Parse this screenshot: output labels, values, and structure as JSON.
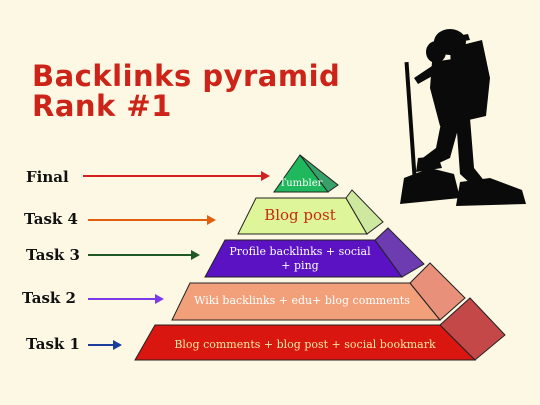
{
  "title": {
    "line1": "Backlinks pyramid",
    "line2": "Rank #1"
  },
  "tasks": [
    {
      "label": "Final"
    },
    {
      "label": "Task 4"
    },
    {
      "label": "Task 3"
    },
    {
      "label": "Task 2"
    },
    {
      "label": "Task 1"
    }
  ],
  "pyramid": {
    "top": "Tumbler",
    "level4": "Blog post",
    "level3": "Profile backlinks + social + ping",
    "level2": "Wiki backlinks + edu+ blog comments",
    "level1": "Blog comments + blog post + social bookmark"
  },
  "colors": {
    "title": "#cc2418",
    "top": "#1fb85c",
    "level4": "#dff59a",
    "level3": "#5a12c2",
    "level2": "#f2a07a",
    "level1": "#d9160f",
    "arrow_final": "#d62020",
    "arrow_task4": "#e06010",
    "arrow_task3": "#1f5a26",
    "arrow_task2": "#7a3be8",
    "arrow_task1": "#1a3c9a"
  },
  "icons": [
    "hiker-silhouette"
  ]
}
